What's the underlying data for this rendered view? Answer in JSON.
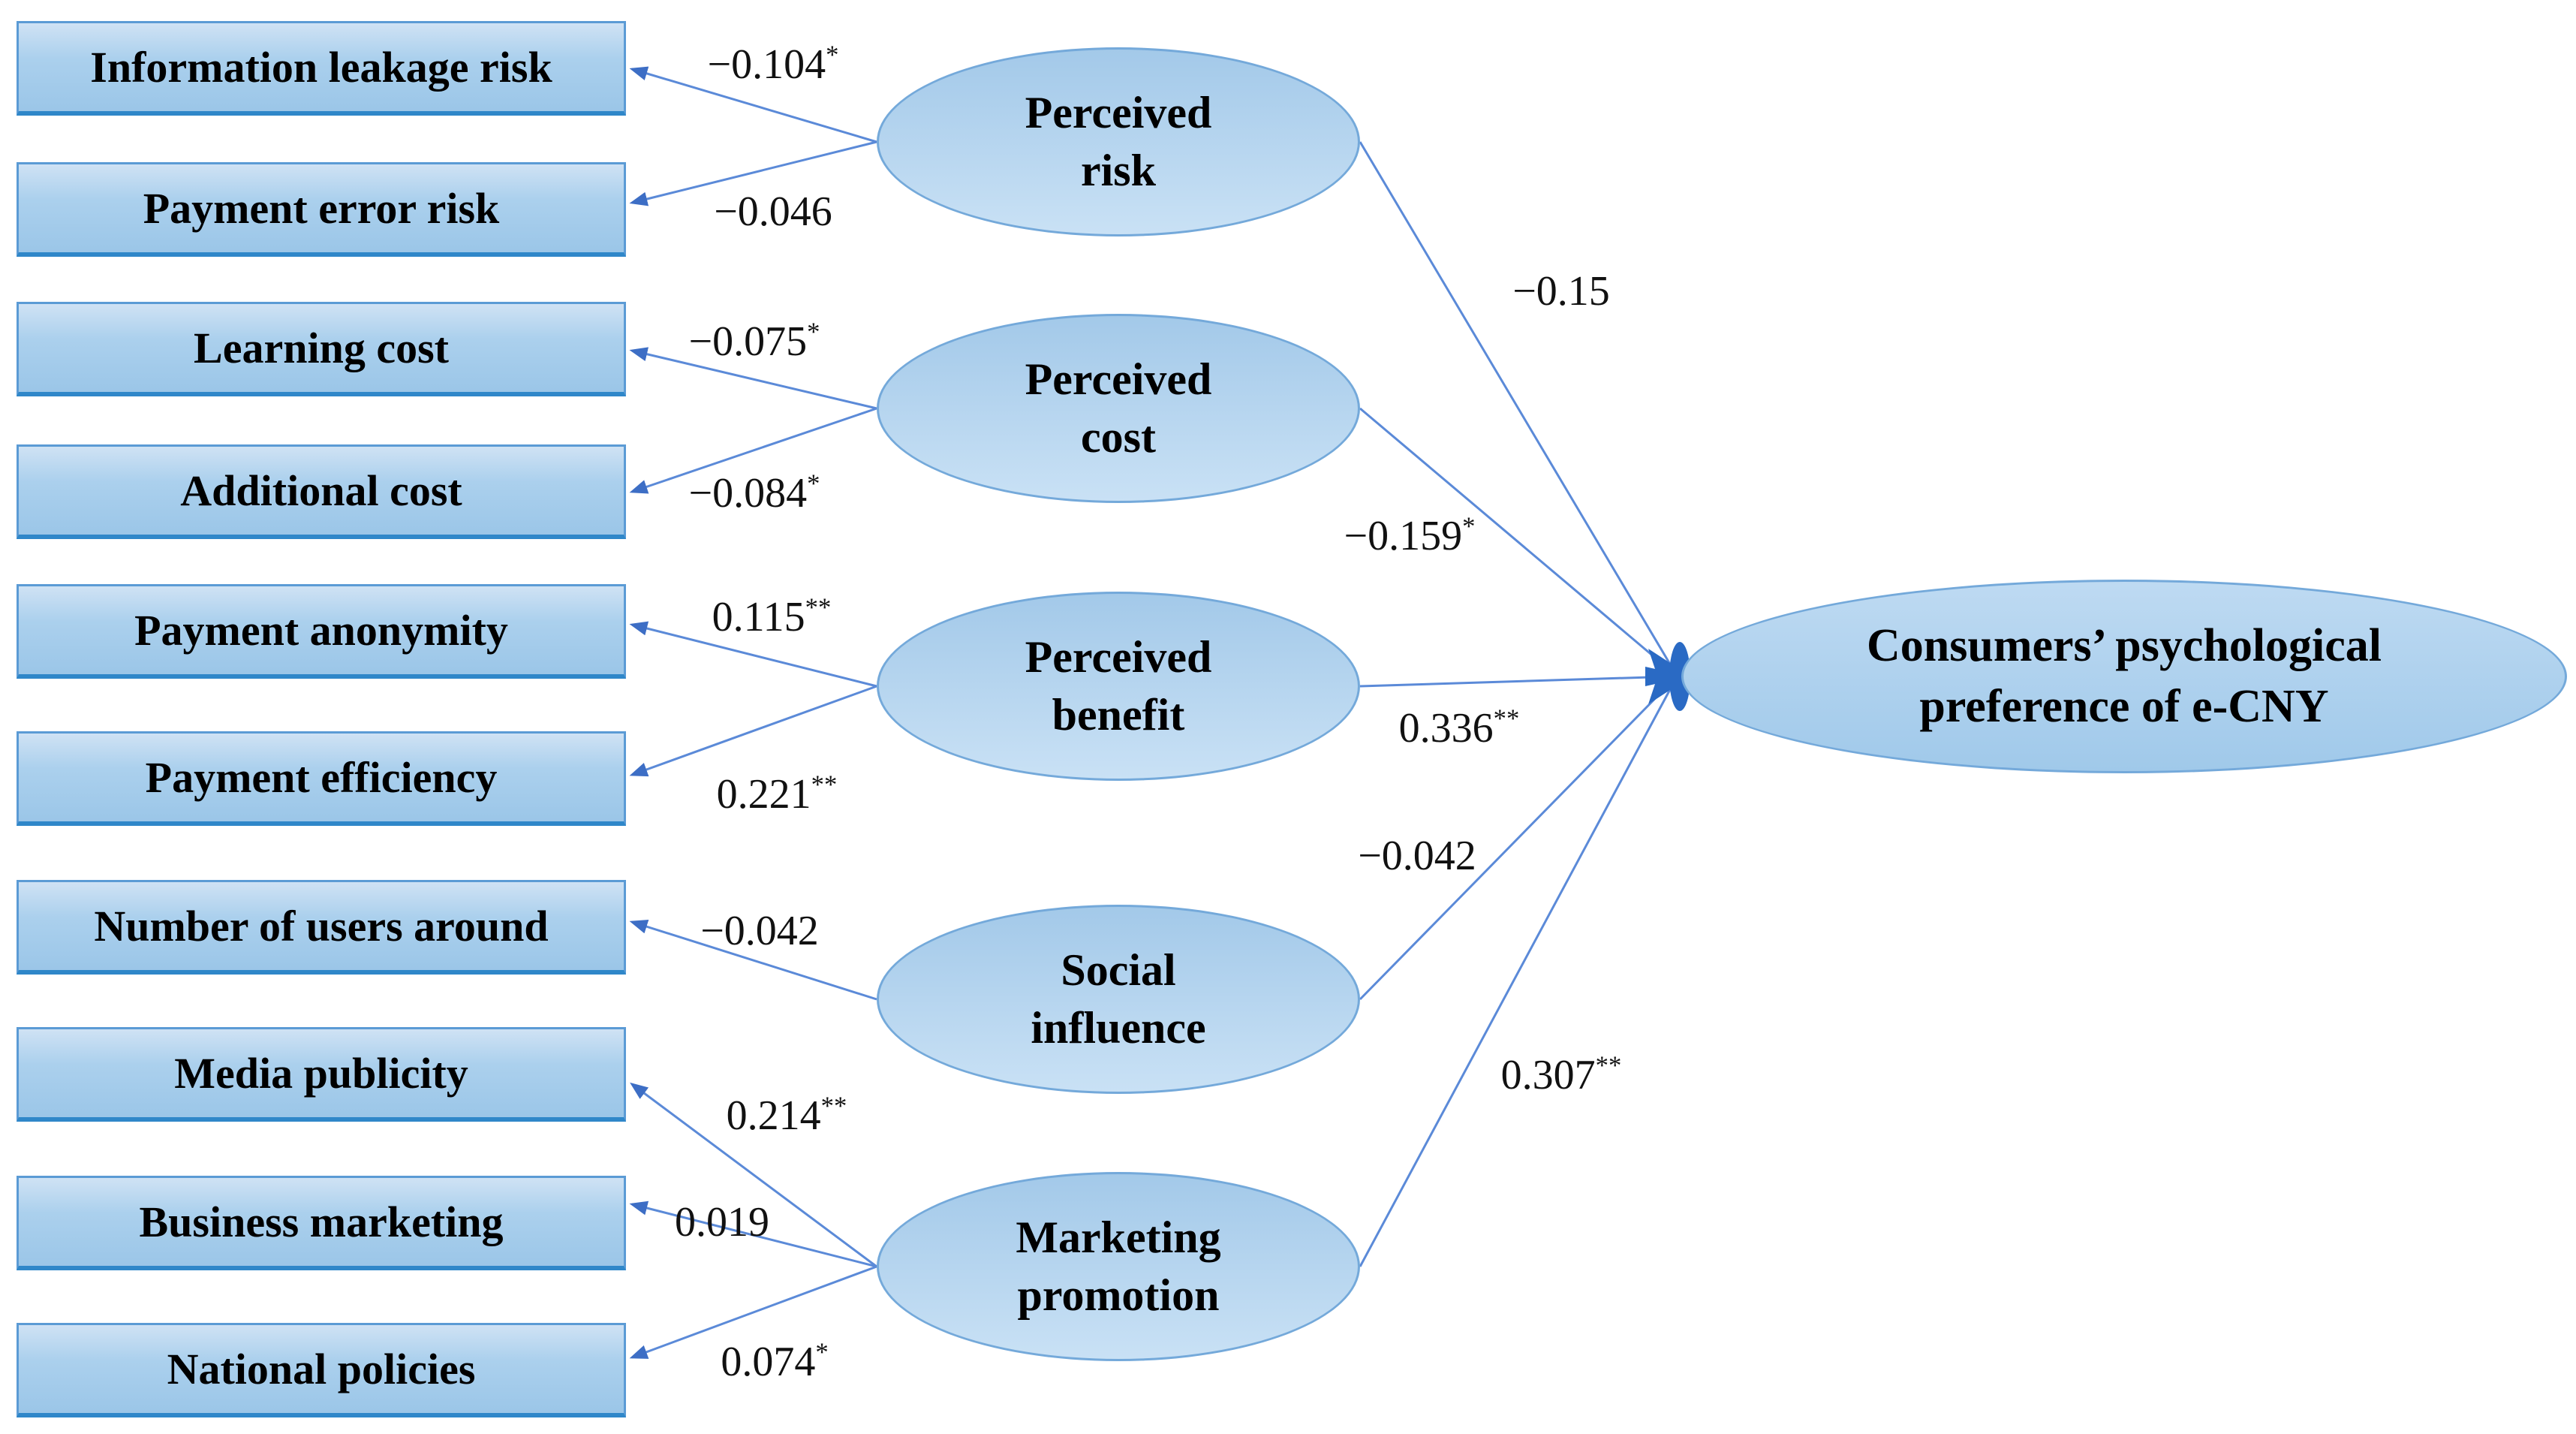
{
  "figure": {
    "type": "sem-path-diagram",
    "outcome": {
      "label": "Consumers’ psychological preference of e-CNY",
      "lines": [
        "Consumers’ psychological",
        "preference of e-CNY"
      ]
    },
    "latents": [
      {
        "label": "Perceived risk",
        "lines": [
          "Perceived",
          "risk"
        ],
        "effect": {
          "value": "−0.15",
          "sig": ""
        }
      },
      {
        "label": "Perceived cost",
        "lines": [
          "Perceived",
          "cost"
        ],
        "effect": {
          "value": "−0.159",
          "sig": "*"
        }
      },
      {
        "label": "Perceived benefit",
        "lines": [
          "Perceived",
          "benefit"
        ],
        "effect": {
          "value": "0.336",
          "sig": "**"
        }
      },
      {
        "label": "Social influence",
        "lines": [
          "Social",
          "influence"
        ],
        "effect": {
          "value": "−0.042",
          "sig": ""
        }
      },
      {
        "label": "Marketing promotion",
        "lines": [
          "Marketing",
          "promotion"
        ],
        "effect": {
          "value": "0.307",
          "sig": "**"
        }
      }
    ],
    "indicators": [
      {
        "label": "Information leakage risk",
        "loading": {
          "value": "−0.104",
          "sig": "*"
        }
      },
      {
        "label": "Payment error risk",
        "loading": {
          "value": "−0.046",
          "sig": ""
        }
      },
      {
        "label": "Learning cost",
        "loading": {
          "value": "−0.075",
          "sig": "*"
        }
      },
      {
        "label": "Additional cost",
        "loading": {
          "value": "−0.084",
          "sig": "*"
        }
      },
      {
        "label": "Payment anonymity",
        "loading": {
          "value": "0.115",
          "sig": "**"
        }
      },
      {
        "label": "Payment efficiency",
        "loading": {
          "value": "0.221",
          "sig": "**"
        }
      },
      {
        "label": "Number of users around",
        "loading": {
          "value": "−0.042",
          "sig": ""
        }
      },
      {
        "label": "Media publicity",
        "loading": {
          "value": "0.214",
          "sig": "**"
        }
      },
      {
        "label": "Business marketing",
        "loading": {
          "value": "0.019",
          "sig": ""
        }
      },
      {
        "label": "National policies",
        "loading": {
          "value": "0.074",
          "sig": "*"
        }
      }
    ],
    "colors": {
      "node_fill_top": "#cfe2f4",
      "node_fill_mid": "#abd0ed",
      "node_fill_bottom": "#9bc6e8",
      "node_border": "#5b9bd5",
      "node_border_bottom": "#2f87c9",
      "ellipse_fill_top": "#a3c9e9",
      "ellipse_fill_bottom": "#c9e1f5",
      "ellipse_border": "#74a9da",
      "outcome_fill_top": "#bedaf2",
      "outcome_fill_bottom": "#a0c9ea",
      "line": "#5b8ad8",
      "arrowhead": "#3d6ec5",
      "convergence": "#2a6ac4",
      "text": "#000000"
    }
  }
}
